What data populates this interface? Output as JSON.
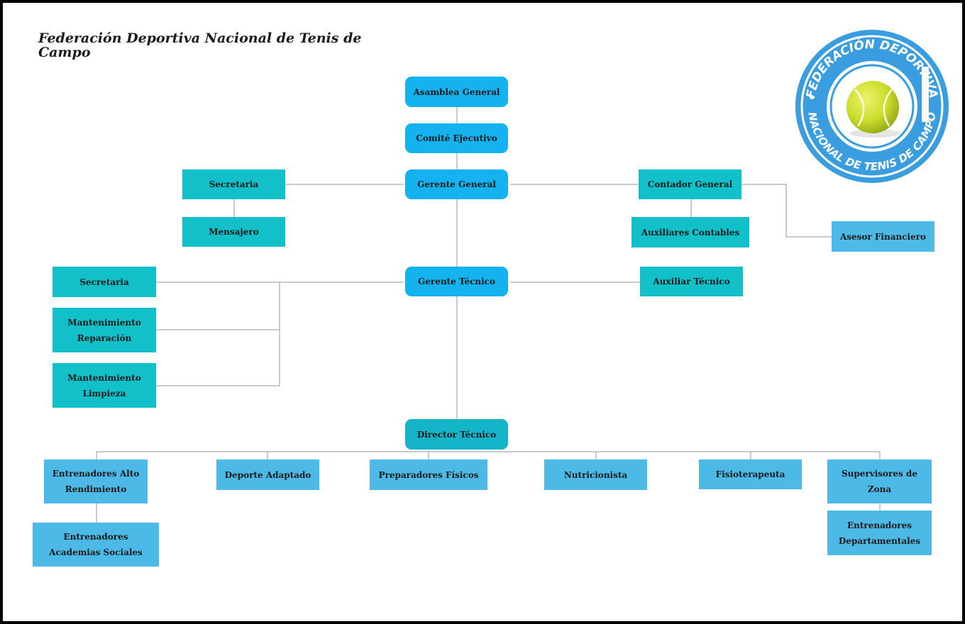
{
  "title": "Federación Deportiva Nacional de Tenis de Campo",
  "logo": {
    "top_text": "FEDERACIÓN DEPORTIVA",
    "bottom_text": "NACIONAL DE TENIS DE CAMPO",
    "ring_color": "#3a9de0",
    "ball_color": "#c9dc2a"
  },
  "colors": {
    "executive": "#14b3f0",
    "director": "#14b5c8",
    "teal": "#11c0c8",
    "blue": "#4cb9e6",
    "connector": "#b8b8b8"
  },
  "nodes": {
    "asamblea": "Asamblea General",
    "comite": "Comité Ejecutivo",
    "gerente_general": "Gerente General",
    "secretaria_gg": "Secretaria",
    "mensajero": "Mensajero",
    "contador": "Contador General",
    "auxiliares_contables": "Auxiliares Contables",
    "asesor": "Asesor Financiero",
    "gerente_tecnico": "Gerente Técnico",
    "secretaria_gt": "Secretaria",
    "mant_reparacion": "Mantenimiento Reparación",
    "mant_limpieza": "Mantenimiento Limpieza",
    "auxiliar_tecnico": "Auxiliar Técnico",
    "director_tecnico": "Director Técnico",
    "entrenadores_alto": "Entrenadores Alto Rendimiento",
    "entrenadores_academias": "Entrenadores Academias Sociales",
    "deporte_adaptado": "Deporte Adaptado",
    "preparadores": "Preparadores Físicos",
    "nutricionista": "Nutricionista",
    "fisioterapeuta": "Fisioterapeuta",
    "supervisores": "Supervisores de Zona",
    "entrenadores_departamentales": "Entrenadores Departamentales"
  }
}
